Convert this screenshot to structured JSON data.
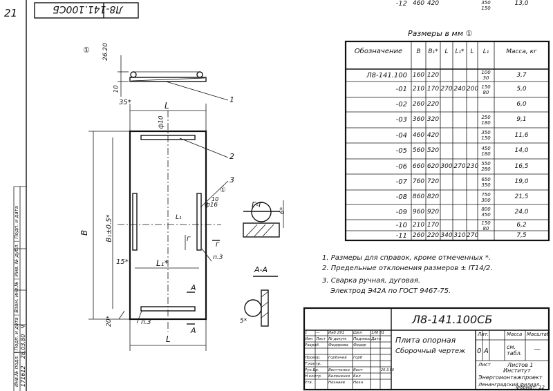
{
  "page_number": "21",
  "stamp_rotated": "Л8-141.100СБ",
  "side_strip": {
    "labels": [
      "Инв.№ подл.",
      "Подп. и дата",
      "Взам. инв.№",
      "Инв. № дубл.",
      "Подп. и дата"
    ],
    "values": [
      "171612",
      "28.03.80",
      "Ч"
    ]
  },
  "drawing": {
    "circle1": "①",
    "dim_top_2620": "26.20",
    "dim_10_left": "10",
    "dim_35": "35*",
    "dim_L_top": "L",
    "dim_phi10": "ф10",
    "dim_B": "B",
    "dim_B1": "B₁±0.5*",
    "dim_L1": "L₁*",
    "dim_15": "15*",
    "dim_20": "20*",
    "dim_L_bottom": "L",
    "dim_n3_right": "п.3",
    "dim_n3_bottom": "п.3",
    "label_A_top": "A",
    "label_A_bottom": "A",
    "label_G_small": "Г",
    "label_G_small2": "Г",
    "dim_L1_small": "L₁",
    "circle2": "①",
    "dim_phi16": "ф16",
    "dim_10_right": "10",
    "callouts": [
      "1",
      "2",
      "3"
    ]
  },
  "section_GG": {
    "title": "Г-Г",
    "dim": "6*"
  },
  "section_AA": {
    "title": "А-А",
    "dim": "5*"
  },
  "table": {
    "caption": "Размеры в мм",
    "caption_mark": "①",
    "headers": [
      "Обозначение",
      "B",
      "B₁*",
      "L",
      "L₁*",
      "L",
      "L₁",
      "Масса, кг"
    ],
    "rows": [
      [
        "Л8-141.100",
        "160",
        "120",
        "",
        "",
        "",
        "100/30",
        "3,7"
      ],
      [
        "-01",
        "210",
        "170",
        "270",
        "240",
        "200",
        "150/80",
        "5,0"
      ],
      [
        "-02",
        "260",
        "220",
        "",
        "",
        "",
        "",
        "6,0"
      ],
      [
        "-03",
        "360",
        "320",
        "",
        "",
        "",
        "250/180",
        "9,1"
      ],
      [
        "-04",
        "460",
        "420",
        "",
        "",
        "",
        "350/150",
        "11,6"
      ],
      [
        "-05",
        "560",
        "520",
        "",
        "",
        "",
        "450/180",
        "14,0"
      ],
      [
        "-06",
        "660",
        "620",
        "300",
        "270",
        "230",
        "550/280",
        "16,5"
      ],
      [
        "-07",
        "760",
        "720",
        "",
        "",
        "",
        "650/350",
        "19,0"
      ],
      [
        "-08",
        "860",
        "820",
        "",
        "",
        "",
        "750/300",
        "21,5"
      ],
      [
        "-09",
        "960",
        "920",
        "",
        "",
        "",
        "800/350",
        "24,0"
      ],
      [
        "-10",
        "210",
        "170",
        "",
        "",
        "",
        "150/80",
        "6,2"
      ],
      [
        "-11",
        "260",
        "220",
        "340",
        "310",
        "270",
        "",
        "7,5"
      ],
      [
        "-12",
        "460",
        "420",
        "",
        "",
        "",
        "350/150",
        "13,0"
      ]
    ]
  },
  "notes": [
    "1. Размеры для справок, кроме отмеченных *.",
    "2. Предельные отклонения размеров ± IT14/2.",
    "3. Сварка ручная, дуговая.",
    "Электрод Э42А по ГОСТ 9467-75."
  ],
  "title_block": {
    "designation": "Л8-141.100СБ",
    "name_line1": "Плита опорная",
    "name_line2": "Сборочный чертеж",
    "col_lit": "Лит.",
    "col_mass": "Масса",
    "col_scale": "Масштаб",
    "lit_values": [
      "0",
      "А"
    ],
    "mass_value": "см. табл.",
    "scale_value": "—",
    "sheet_label": "Лист",
    "sheets_label": "Листов 1",
    "org_line1": "Институт",
    "org_line2": "Энергомонтажпроект",
    "org_line3": "Ленинградский филиал",
    "format": "Формат: 12",
    "change_row": [
      "1",
      "—",
      "Иаб 291",
      "Шел",
      "1/III 81"
    ],
    "header_row": [
      "Изм",
      "Лист",
      "№ докум.",
      "Подпись",
      "Дата"
    ],
    "roles": [
      {
        "role": "Разраб.",
        "name": "Федорова",
        "sign": "Федор"
      },
      {
        "role": "Провер.",
        "name": "Горбачев",
        "sign": "Горб"
      },
      {
        "role": "Т.контр.",
        "name": "",
        "sign": ""
      },
      {
        "role": "Рук.Бр.",
        "name": "Вентченко",
        "sign": "Вент"
      },
      {
        "role": "Н.контр.",
        "name": "Белоненко",
        "sign": "Бел"
      },
      {
        "role": "Утв.",
        "name": "Незнаев",
        "sign": "Незн"
      }
    ],
    "date_value": "20.3.80"
  }
}
